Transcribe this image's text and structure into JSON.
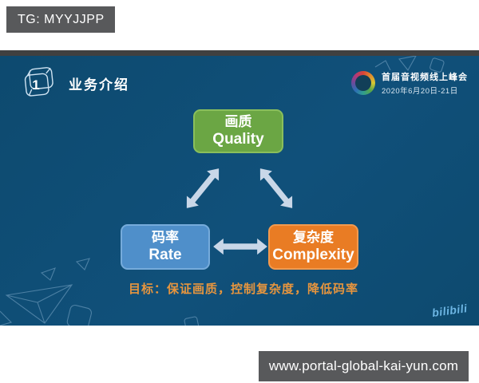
{
  "page": {
    "tg_badge": "TG: MYYJJPP",
    "url_badge": "www.portal-global-kai-yun.com"
  },
  "slide": {
    "header": {
      "number": "1",
      "title": "业务介绍"
    },
    "summit": {
      "line1": "首届音视频线上峰会",
      "line2": "2020年6月20日-21日"
    },
    "diagram": {
      "nodes": [
        {
          "id": "quality",
          "zh": "画质",
          "en": "Quality",
          "color": "#6ba644"
        },
        {
          "id": "rate",
          "zh": "码率",
          "en": "Rate",
          "color": "#4f8fca"
        },
        {
          "id": "complexity",
          "zh": "复杂度",
          "en": "Complexity",
          "color": "#e97c24"
        }
      ],
      "goal": "目标：保证画质，控制复杂度，降低码率",
      "arrow_color": "#c9d7e8"
    },
    "logo": "bilibili",
    "colors": {
      "slide_background": "#0e4c71",
      "badge_background": "#58595b",
      "goal_text": "#e6953e",
      "logo_blue": "#6db6e4"
    }
  }
}
